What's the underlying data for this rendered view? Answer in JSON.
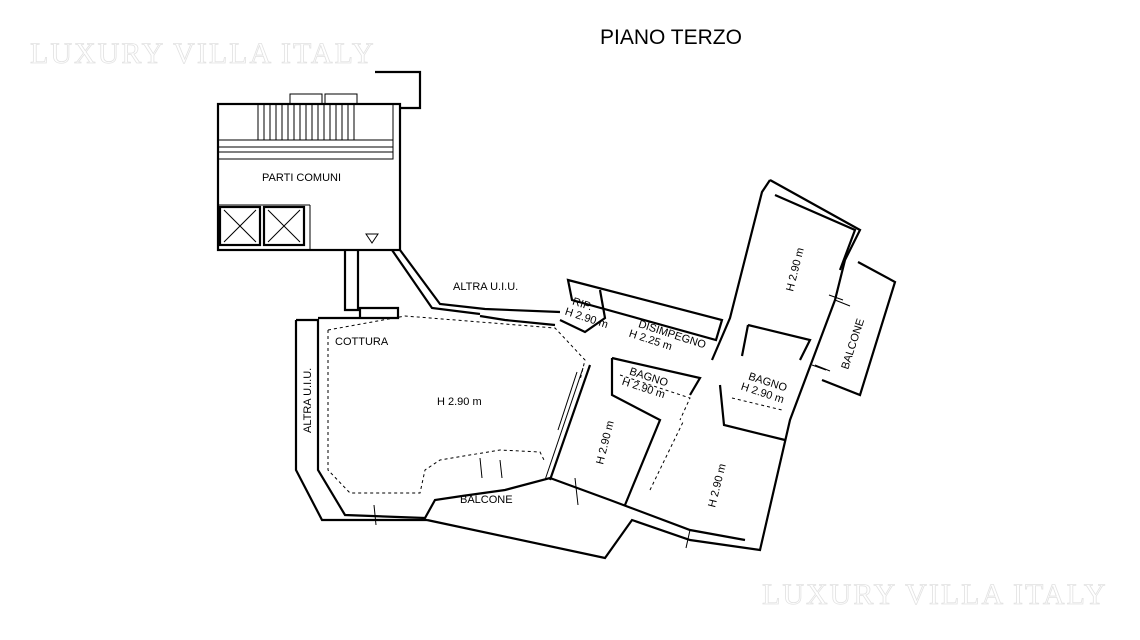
{
  "title": "PIANO TERZO",
  "watermark": "LUXURY VILLA ITALY",
  "labels": {
    "parti_comuni": "PARTI COMUNI",
    "altra_uiu_top": "ALTRA U.I.U.",
    "altra_uiu_left": "ALTRA U.I.U.",
    "rip": "RIP.",
    "rip_height": "H 2.90 m",
    "disimpegno": "DISIMPEGNO",
    "disimpegno_height": "H 2.25 m",
    "cottura": "COTTURA",
    "living_height": "H 2.90 m",
    "bagno1": "BAGNO",
    "bagno1_height": "H 2.90 m",
    "bagno2": "BAGNO",
    "bagno2_height": "H 2.90 m",
    "room_a_height": "H 2.90 m",
    "room_b_height": "H 2.90 m",
    "room_c_height": "H 2.90 m",
    "balcone_bottom": "BALCONE",
    "balcone_right": "BALCONE"
  }
}
